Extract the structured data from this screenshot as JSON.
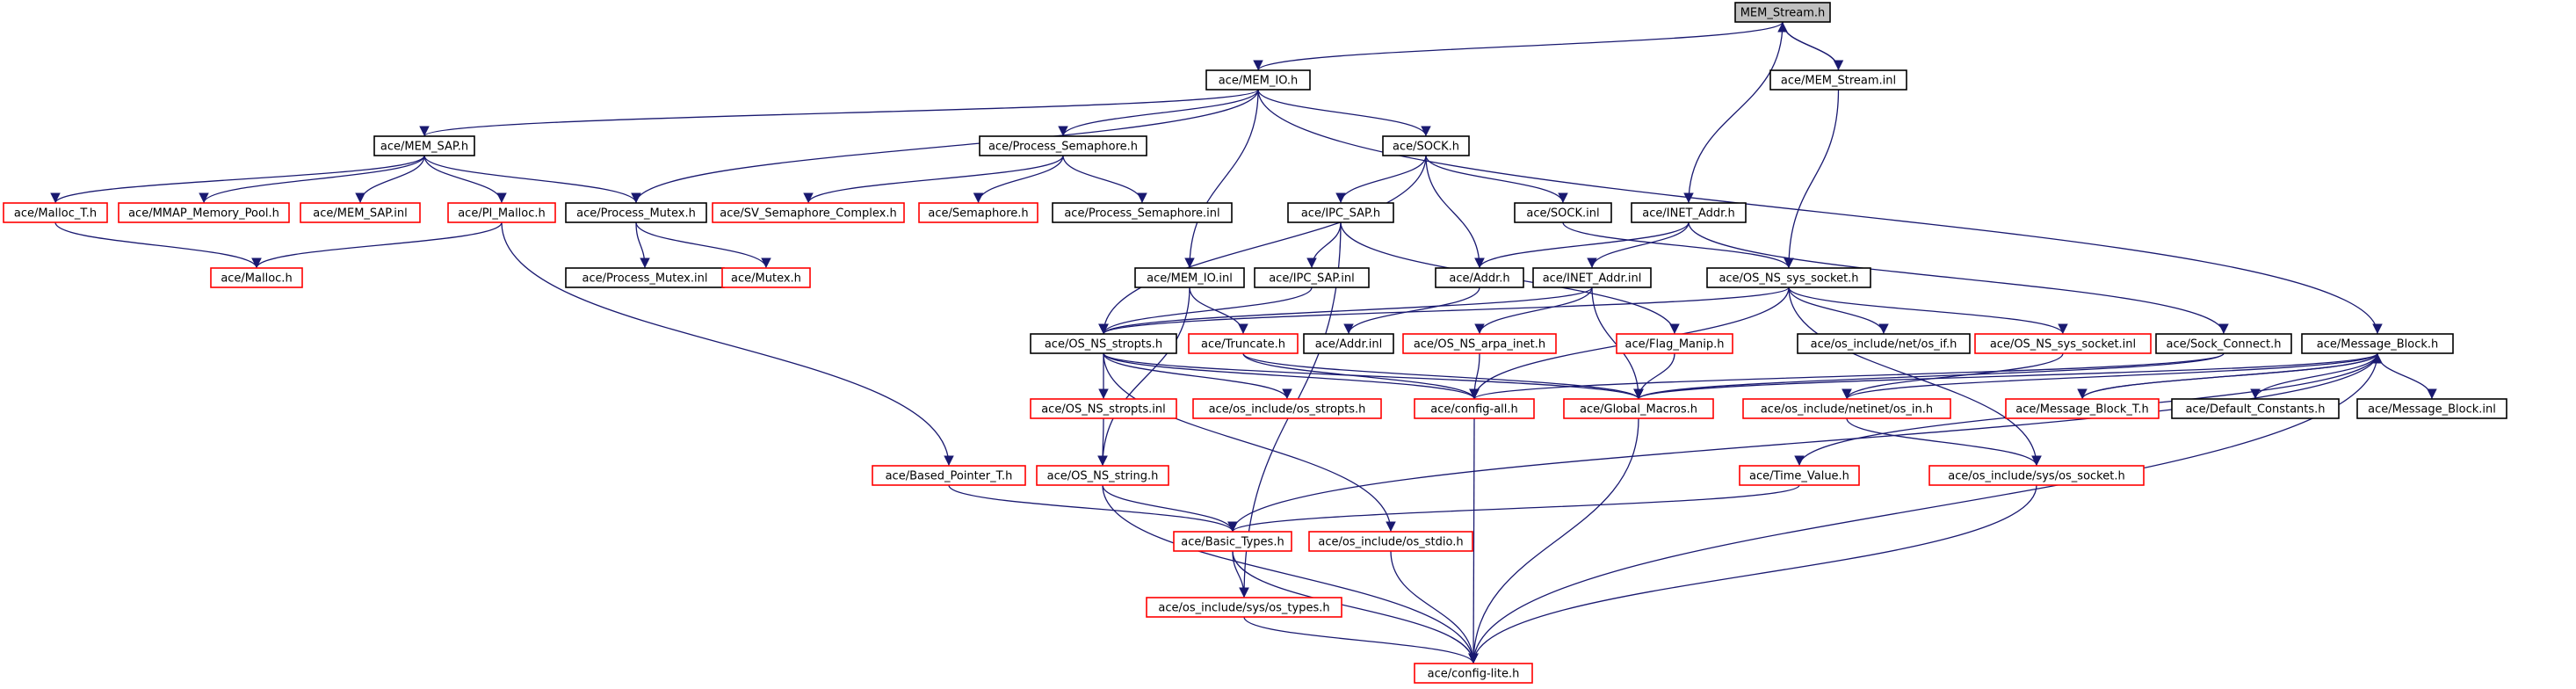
{
  "colors": {
    "edge": "#191970",
    "box_documented": "#000000",
    "box_undocumented": "#ff0000",
    "root_fill": "#c0c0c0",
    "text": "#000000"
  },
  "nodes": [
    {
      "id": "mem_stream_h",
      "label": "MEM_Stream.h",
      "style": "root"
    },
    {
      "id": "mem_io_h",
      "label": "ace/MEM_IO.h",
      "style": "documented"
    },
    {
      "id": "mem_stream_inl",
      "label": "ace/MEM_Stream.inl",
      "style": "documented"
    },
    {
      "id": "mem_sap_h",
      "label": "ace/MEM_SAP.h",
      "style": "documented"
    },
    {
      "id": "process_semaphore_h",
      "label": "ace/Process_Semaphore.h",
      "style": "documented"
    },
    {
      "id": "sock_h",
      "label": "ace/SOCK.h",
      "style": "documented"
    },
    {
      "id": "inet_addr_h",
      "label": "ace/INET_Addr.h",
      "style": "documented"
    },
    {
      "id": "malloc_t_h",
      "label": "ace/Malloc_T.h",
      "style": "undocumented"
    },
    {
      "id": "mmap_memory_pool_h",
      "label": "ace/MMAP_Memory_Pool.h",
      "style": "undocumented"
    },
    {
      "id": "mem_sap_inl",
      "label": "ace/MEM_SAP.inl",
      "style": "undocumented"
    },
    {
      "id": "pi_malloc_h",
      "label": "ace/PI_Malloc.h",
      "style": "undocumented"
    },
    {
      "id": "process_mutex_h",
      "label": "ace/Process_Mutex.h",
      "style": "documented"
    },
    {
      "id": "sv_semaphore_complex_h",
      "label": "ace/SV_Semaphore_Complex.h",
      "style": "undocumented"
    },
    {
      "id": "semaphore_h",
      "label": "ace/Semaphore.h",
      "style": "undocumented"
    },
    {
      "id": "process_semaphore_inl",
      "label": "ace/Process_Semaphore.inl",
      "style": "documented"
    },
    {
      "id": "ipc_sap_h",
      "label": "ace/IPC_SAP.h",
      "style": "documented"
    },
    {
      "id": "sock_inl",
      "label": "ace/SOCK.inl",
      "style": "documented"
    },
    {
      "id": "malloc_h",
      "label": "ace/Malloc.h",
      "style": "undocumented"
    },
    {
      "id": "process_mutex_inl",
      "label": "ace/Process_Mutex.inl",
      "style": "documented"
    },
    {
      "id": "mutex_h",
      "label": "ace/Mutex.h",
      "style": "undocumented"
    },
    {
      "id": "mem_io_inl",
      "label": "ace/MEM_IO.inl",
      "style": "documented"
    },
    {
      "id": "ipc_sap_inl",
      "label": "ace/IPC_SAP.inl",
      "style": "documented"
    },
    {
      "id": "addr_h",
      "label": "ace/Addr.h",
      "style": "documented"
    },
    {
      "id": "inet_addr_inl",
      "label": "ace/INET_Addr.inl",
      "style": "documented"
    },
    {
      "id": "os_ns_sys_socket_h",
      "label": "ace/OS_NS_sys_socket.h",
      "style": "documented"
    },
    {
      "id": "os_ns_stropts_h",
      "label": "ace/OS_NS_stropts.h",
      "style": "documented"
    },
    {
      "id": "truncate_h",
      "label": "ace/Truncate.h",
      "style": "undocumented"
    },
    {
      "id": "addr_inl",
      "label": "ace/Addr.inl",
      "style": "documented"
    },
    {
      "id": "os_ns_arpa_inet_h",
      "label": "ace/OS_NS_arpa_inet.h",
      "style": "undocumented"
    },
    {
      "id": "flag_manip_h",
      "label": "ace/Flag_Manip.h",
      "style": "undocumented"
    },
    {
      "id": "os_include_net_os_if_h",
      "label": "ace/os_include/net/os_if.h",
      "style": "documented"
    },
    {
      "id": "os_ns_sys_socket_inl",
      "label": "ace/OS_NS_sys_socket.inl",
      "style": "undocumented"
    },
    {
      "id": "sock_connect_h",
      "label": "ace/Sock_Connect.h",
      "style": "documented"
    },
    {
      "id": "message_block_h",
      "label": "ace/Message_Block.h",
      "style": "documented"
    },
    {
      "id": "os_ns_stropts_inl",
      "label": "ace/OS_NS_stropts.inl",
      "style": "undocumented"
    },
    {
      "id": "os_include_os_stropts_h",
      "label": "ace/os_include/os_stropts.h",
      "style": "undocumented"
    },
    {
      "id": "config_all_h",
      "label": "ace/config-all.h",
      "style": "undocumented"
    },
    {
      "id": "global_macros_h",
      "label": "ace/Global_Macros.h",
      "style": "undocumented"
    },
    {
      "id": "os_include_netinet_os_in_h",
      "label": "ace/os_include/netinet/os_in.h",
      "style": "undocumented"
    },
    {
      "id": "message_block_t_h",
      "label": "ace/Message_Block_T.h",
      "style": "undocumented"
    },
    {
      "id": "default_constants_h",
      "label": "ace/Default_Constants.h",
      "style": "documented"
    },
    {
      "id": "message_block_inl",
      "label": "ace/Message_Block.inl",
      "style": "documented"
    },
    {
      "id": "based_pointer_t_h",
      "label": "ace/Based_Pointer_T.h",
      "style": "undocumented"
    },
    {
      "id": "os_ns_string_h",
      "label": "ace/OS_NS_string.h",
      "style": "undocumented"
    },
    {
      "id": "time_value_h",
      "label": "ace/Time_Value.h",
      "style": "undocumented"
    },
    {
      "id": "os_include_sys_os_socket_h",
      "label": "ace/os_include/sys/os_socket.h",
      "style": "undocumented"
    },
    {
      "id": "basic_types_h",
      "label": "ace/Basic_Types.h",
      "style": "undocumented"
    },
    {
      "id": "os_include_os_stdio_h",
      "label": "ace/os_include/os_stdio.h",
      "style": "undocumented"
    },
    {
      "id": "os_include_sys_os_types_h",
      "label": "ace/os_include/sys/os_types.h",
      "style": "undocumented"
    },
    {
      "id": "config_lite_h",
      "label": "ace/config-lite.h",
      "style": "undocumented"
    }
  ],
  "edges": [
    [
      "mem_stream_h",
      "mem_io_h"
    ],
    [
      "mem_stream_h",
      "mem_stream_inl"
    ],
    [
      "mem_stream_inl",
      "mem_stream_h"
    ],
    [
      "mem_stream_h",
      "inet_addr_h"
    ],
    [
      "mem_stream_inl",
      "os_ns_sys_socket_h"
    ],
    [
      "mem_io_h",
      "mem_sap_h"
    ],
    [
      "mem_io_h",
      "process_semaphore_h"
    ],
    [
      "mem_io_h",
      "sock_h"
    ],
    [
      "mem_io_h",
      "process_mutex_h"
    ],
    [
      "mem_io_h",
      "mem_io_inl"
    ],
    [
      "mem_io_h",
      "message_block_h"
    ],
    [
      "mem_sap_h",
      "malloc_t_h"
    ],
    [
      "mem_sap_h",
      "mmap_memory_pool_h"
    ],
    [
      "mem_sap_h",
      "mem_sap_inl"
    ],
    [
      "mem_sap_h",
      "pi_malloc_h"
    ],
    [
      "mem_sap_h",
      "process_mutex_h"
    ],
    [
      "malloc_t_h",
      "malloc_h"
    ],
    [
      "pi_malloc_h",
      "malloc_h"
    ],
    [
      "pi_malloc_h",
      "based_pointer_t_h"
    ],
    [
      "process_semaphore_h",
      "sv_semaphore_complex_h"
    ],
    [
      "process_semaphore_h",
      "semaphore_h"
    ],
    [
      "process_semaphore_h",
      "process_semaphore_inl"
    ],
    [
      "process_mutex_h",
      "process_mutex_inl"
    ],
    [
      "process_mutex_h",
      "mutex_h"
    ],
    [
      "sock_h",
      "ipc_sap_h"
    ],
    [
      "sock_h",
      "sock_inl"
    ],
    [
      "sock_h",
      "addr_h"
    ],
    [
      "sock_h",
      "os_ns_stropts_h"
    ],
    [
      "ipc_sap_h",
      "ipc_sap_inl"
    ],
    [
      "ipc_sap_h",
      "flag_manip_h"
    ],
    [
      "ipc_sap_h",
      "os_include_sys_os_types_h"
    ],
    [
      "ipc_sap_inl",
      "os_ns_stropts_h"
    ],
    [
      "sock_inl",
      "os_ns_sys_socket_h"
    ],
    [
      "inet_addr_h",
      "addr_h"
    ],
    [
      "inet_addr_h",
      "inet_addr_inl"
    ],
    [
      "inet_addr_h",
      "sock_connect_h"
    ],
    [
      "mem_io_inl",
      "os_ns_string_h"
    ],
    [
      "mem_io_inl",
      "truncate_h"
    ],
    [
      "addr_h",
      "addr_inl"
    ],
    [
      "inet_addr_inl",
      "os_ns_stropts_h"
    ],
    [
      "inet_addr_inl",
      "os_ns_arpa_inet_h"
    ],
    [
      "inet_addr_inl",
      "global_macros_h"
    ],
    [
      "os_ns_sys_socket_h",
      "os_ns_stropts_h"
    ],
    [
      "os_ns_sys_socket_h",
      "os_include_net_os_if_h"
    ],
    [
      "os_ns_sys_socket_h",
      "os_ns_sys_socket_inl"
    ],
    [
      "os_ns_sys_socket_h",
      "config_all_h"
    ],
    [
      "os_ns_sys_socket_h",
      "os_include_sys_os_socket_h"
    ],
    [
      "os_ns_stropts_h",
      "os_ns_stropts_inl"
    ],
    [
      "os_ns_stropts_h",
      "os_include_os_stropts_h"
    ],
    [
      "os_ns_stropts_h",
      "config_all_h"
    ],
    [
      "os_ns_stropts_h",
      "global_macros_h"
    ],
    [
      "os_ns_stropts_h",
      "os_include_os_stdio_h"
    ],
    [
      "truncate_h",
      "config_all_h"
    ],
    [
      "truncate_h",
      "global_macros_h"
    ],
    [
      "os_ns_arpa_inet_h",
      "config_all_h"
    ],
    [
      "flag_manip_h",
      "global_macros_h"
    ],
    [
      "os_ns_sys_socket_inl",
      "os_include_netinet_os_in_h"
    ],
    [
      "sock_connect_h",
      "global_macros_h"
    ],
    [
      "sock_connect_h",
      "config_all_h"
    ],
    [
      "message_block_h",
      "message_block_t_h"
    ],
    [
      "message_block_h",
      "default_constants_h"
    ],
    [
      "message_block_h",
      "message_block_inl"
    ],
    [
      "message_block_h",
      "global_macros_h"
    ],
    [
      "message_block_h",
      "os_include_netinet_os_in_h"
    ],
    [
      "message_block_h",
      "time_value_h"
    ],
    [
      "message_block_h",
      "basic_types_h"
    ],
    [
      "message_block_h",
      "config_lite_h"
    ],
    [
      "message_block_t_h",
      "message_block_h"
    ],
    [
      "os_ns_stropts_inl",
      "os_ns_string_h"
    ],
    [
      "os_include_netinet_os_in_h",
      "os_include_sys_os_socket_h"
    ],
    [
      "os_include_sys_os_socket_h",
      "config_lite_h"
    ],
    [
      "config_all_h",
      "config_lite_h"
    ],
    [
      "global_macros_h",
      "config_lite_h"
    ],
    [
      "based_pointer_t_h",
      "basic_types_h"
    ],
    [
      "os_ns_string_h",
      "basic_types_h"
    ],
    [
      "os_ns_string_h",
      "config_lite_h"
    ],
    [
      "time_value_h",
      "basic_types_h"
    ],
    [
      "basic_types_h",
      "os_include_sys_os_types_h"
    ],
    [
      "basic_types_h",
      "config_lite_h"
    ],
    [
      "os_include_os_stdio_h",
      "config_lite_h"
    ],
    [
      "os_include_sys_os_types_h",
      "config_lite_h"
    ]
  ]
}
